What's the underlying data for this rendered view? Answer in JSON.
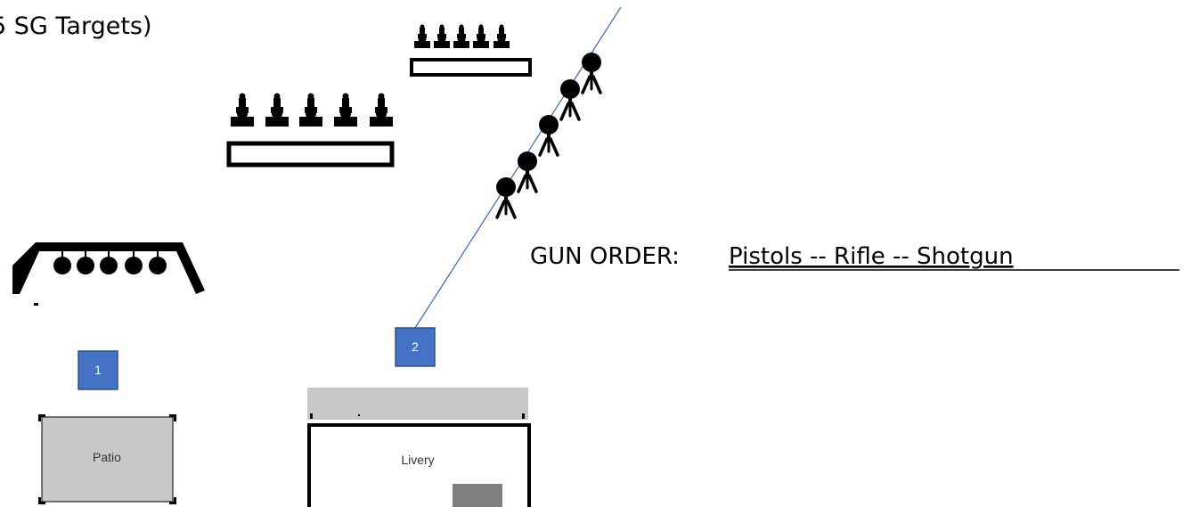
{
  "header_text": "5 SG Targets)",
  "gun_order": {
    "label": "GUN ORDER:",
    "sequence": "Pistols -- Rifle -- Shotgun"
  },
  "positions": [
    {
      "label": "1"
    },
    {
      "label": "2"
    }
  ],
  "structures": {
    "patio": "Patio",
    "livery": "Livery"
  },
  "colors": {
    "marker_fill": "#4472c4",
    "marker_border": "#2f528f",
    "line": "#4472c4",
    "structure_fill": "#c8c8c8",
    "door": "#7f7f7f"
  }
}
